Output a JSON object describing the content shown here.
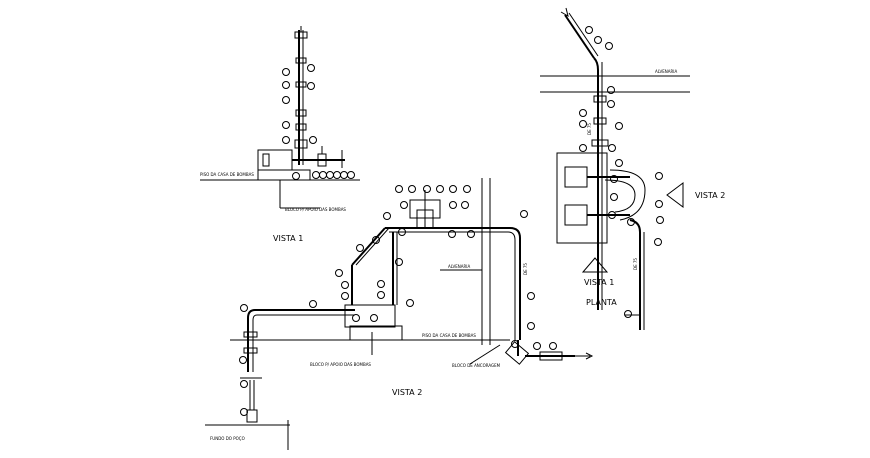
{
  "views": {
    "vista1": "VISTA 1",
    "vista2": "VISTA 2",
    "vista2_side": "VISTA 2",
    "vista1_plan": "VISTA 1",
    "planta": "PLANTA"
  },
  "notes": {
    "bloco_bombas_v1": "BLOCO P/ APOIO DAS BOMBAS",
    "piso_casa_v1": "PISO DA CASA DE BOMBAS",
    "bloco_bombas_v2": "BLOCO P/ APOIO DAS BOMBAS",
    "piso_casa_v2": "PISO DA CASA DE BOMBAS",
    "bloco_ancoragem": "BLOCO DE ANCORAGEM",
    "alvenaria_v2": "ALVENARIA",
    "alvenaria_plan": "ALVENARIA",
    "fundo_poco": "FUNDO DO POÇO",
    "pipe_size_v2": "DE 75",
    "pipe_size_plan_a": "DE 75",
    "pipe_size_plan_b": "DE 75"
  },
  "colors": {
    "line": "#000000",
    "background": "#ffffff"
  }
}
